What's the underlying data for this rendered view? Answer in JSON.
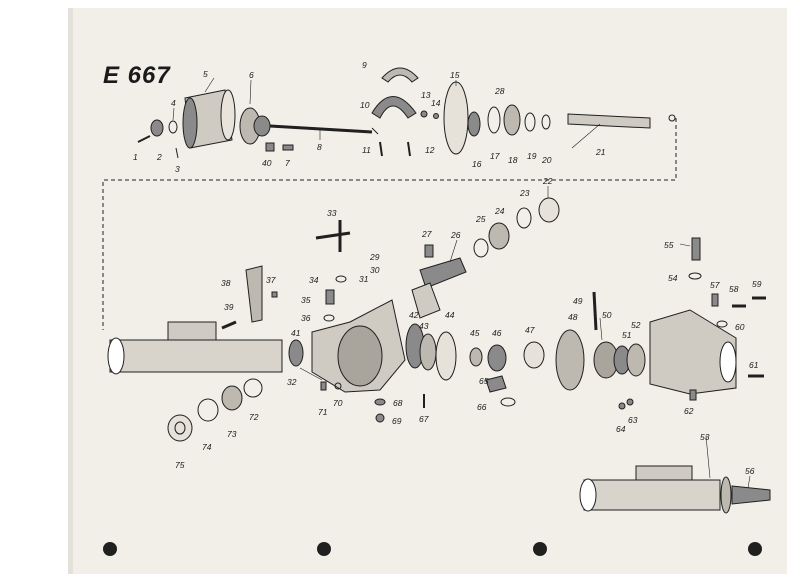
{
  "title": "E 667",
  "labels": [
    "1",
    "2",
    "3",
    "4",
    "5",
    "6",
    "7",
    "8",
    "9",
    "10",
    "11",
    "12",
    "13",
    "14",
    "15",
    "16",
    "17",
    "18",
    "19",
    "20",
    "21",
    "22",
    "23",
    "24",
    "25",
    "26",
    "27",
    "28",
    "29",
    "30",
    "31",
    "32",
    "33",
    "34",
    "35",
    "36",
    "37",
    "38",
    "39",
    "40",
    "41",
    "42",
    "43",
    "44",
    "45",
    "46",
    "47",
    "48",
    "49",
    "50",
    "51",
    "52",
    "53",
    "54",
    "55",
    "56",
    "57",
    "58",
    "59",
    "60",
    "61",
    "62",
    "63",
    "64",
    "65",
    "66",
    "67",
    "68",
    "69",
    "70",
    "71",
    "72",
    "73",
    "74",
    "75"
  ],
  "colors": {
    "paper": "#f2efe9",
    "ink": "#202020",
    "shade": "#8a8a8a"
  }
}
